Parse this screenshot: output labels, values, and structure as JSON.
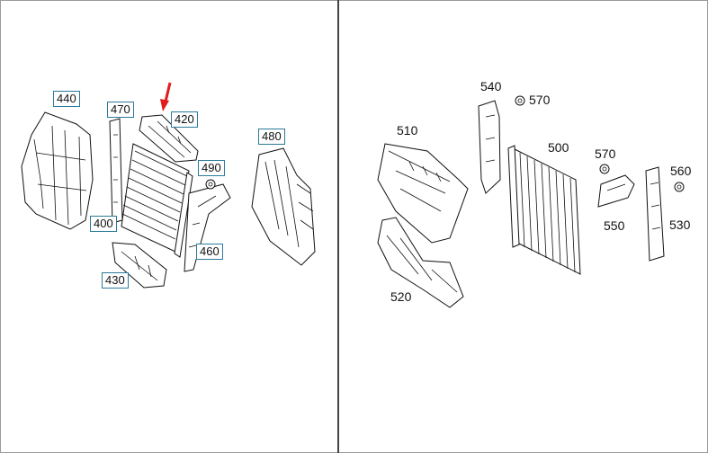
{
  "left_panel": {
    "callouts": [
      {
        "id": "c440",
        "label": "440"
      },
      {
        "id": "c470",
        "label": "470"
      },
      {
        "id": "c420",
        "label": "420"
      },
      {
        "id": "c480",
        "label": "480"
      },
      {
        "id": "c490",
        "label": "490"
      },
      {
        "id": "c400",
        "label": "400"
      },
      {
        "id": "c460",
        "label": "460"
      },
      {
        "id": "c430",
        "label": "430"
      }
    ],
    "indicator_arrow_color": "#e31b1b"
  },
  "right_panel": {
    "labels": [
      {
        "id": "l510",
        "label": "510"
      },
      {
        "id": "l540",
        "label": "540"
      },
      {
        "id": "l570a",
        "label": "570"
      },
      {
        "id": "l500",
        "label": "500"
      },
      {
        "id": "l570b",
        "label": "570"
      },
      {
        "id": "l560",
        "label": "560"
      },
      {
        "id": "l550",
        "label": "550"
      },
      {
        "id": "l530",
        "label": "530"
      },
      {
        "id": "l520",
        "label": "520"
      }
    ]
  }
}
